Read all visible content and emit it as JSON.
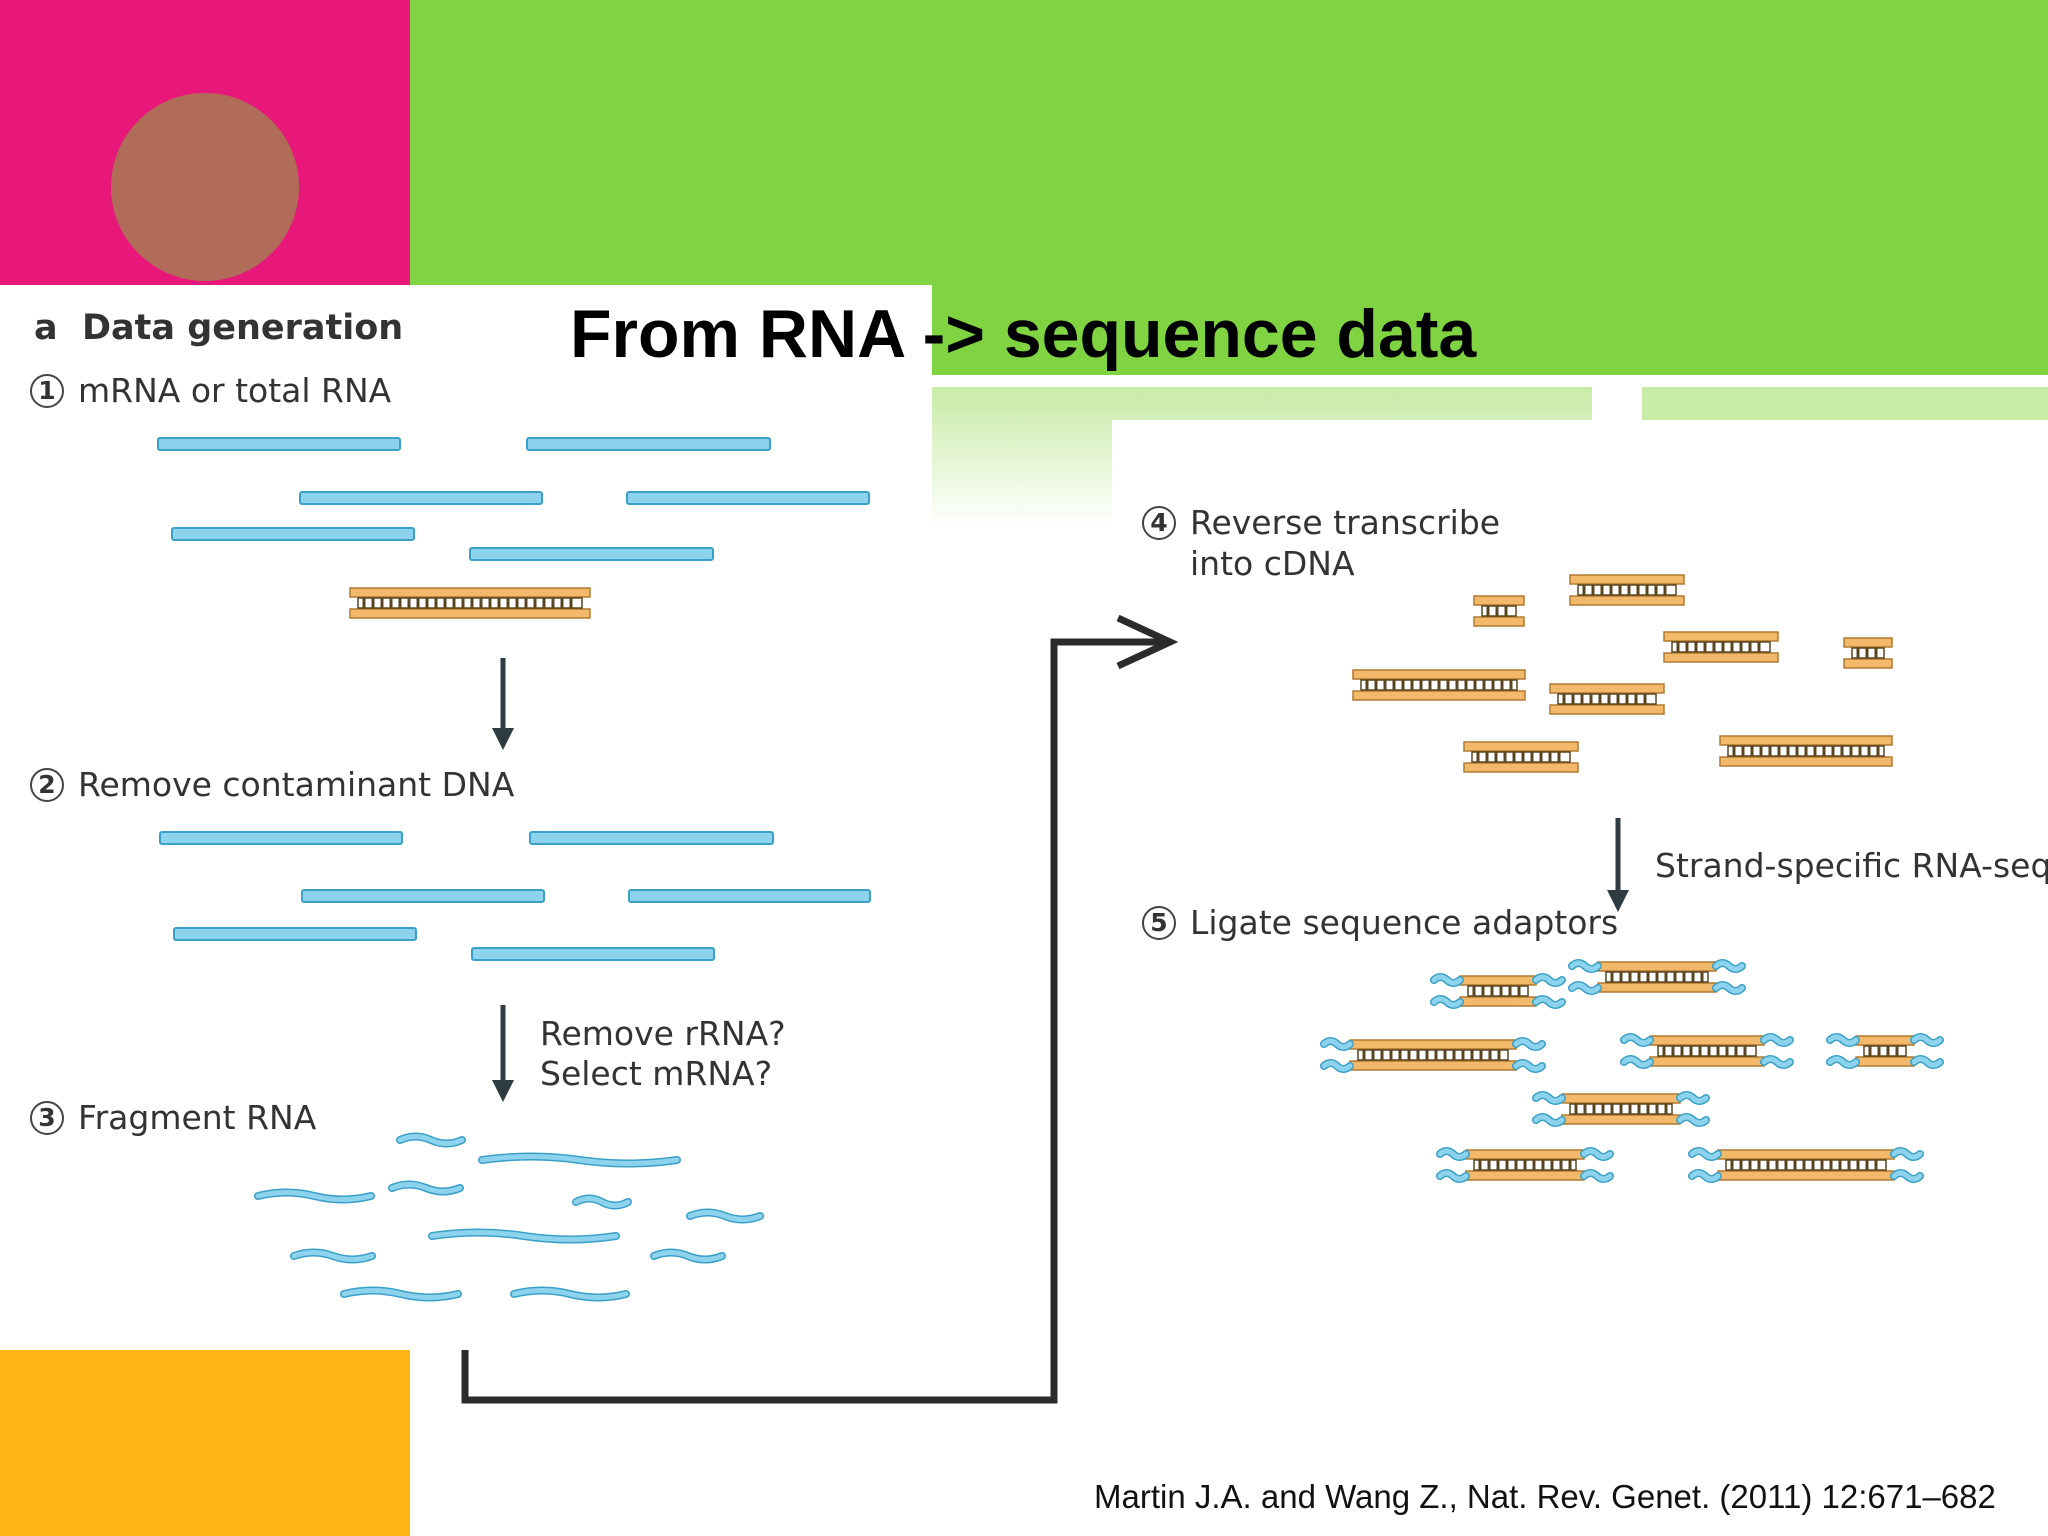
{
  "slide": {
    "title": "From RNA -> sequence data",
    "citation": "Martin J.A. and Wang Z., Nat. Rev. Genet. (2011) 12:671–682"
  },
  "colors": {
    "magenta": "#E8177A",
    "green": "#80D341",
    "light_green": "#C8EBA6",
    "circle": "#B06C58",
    "orange": "#FDB414",
    "rna_blue": "#8ED3EE",
    "rna_edge": "#3AA0C6",
    "cdna_orange": "#F2B96A",
    "cdna_edge": "#B07A30",
    "arrow": "#2E3B40",
    "connector": "#2b2b2b"
  },
  "diagram": {
    "panel_letter": "a",
    "panel_heading": "Data generation",
    "steps": [
      {
        "num": "1",
        "label": "mRNA or total RNA"
      },
      {
        "num": "2",
        "label": "Remove contaminant DNA"
      },
      {
        "num": "3",
        "label": "Fragment RNA"
      },
      {
        "num": "4",
        "label_line1": "Reverse transcribe",
        "label_line2": "into cDNA"
      },
      {
        "num": "5",
        "label": "Ligate sequence adaptors"
      }
    ],
    "notes": {
      "rrna_line1": "Remove rRNA?",
      "rrna_line2": "Select mRNA?",
      "strand": "Strand-specific RNA-seq?"
    }
  }
}
